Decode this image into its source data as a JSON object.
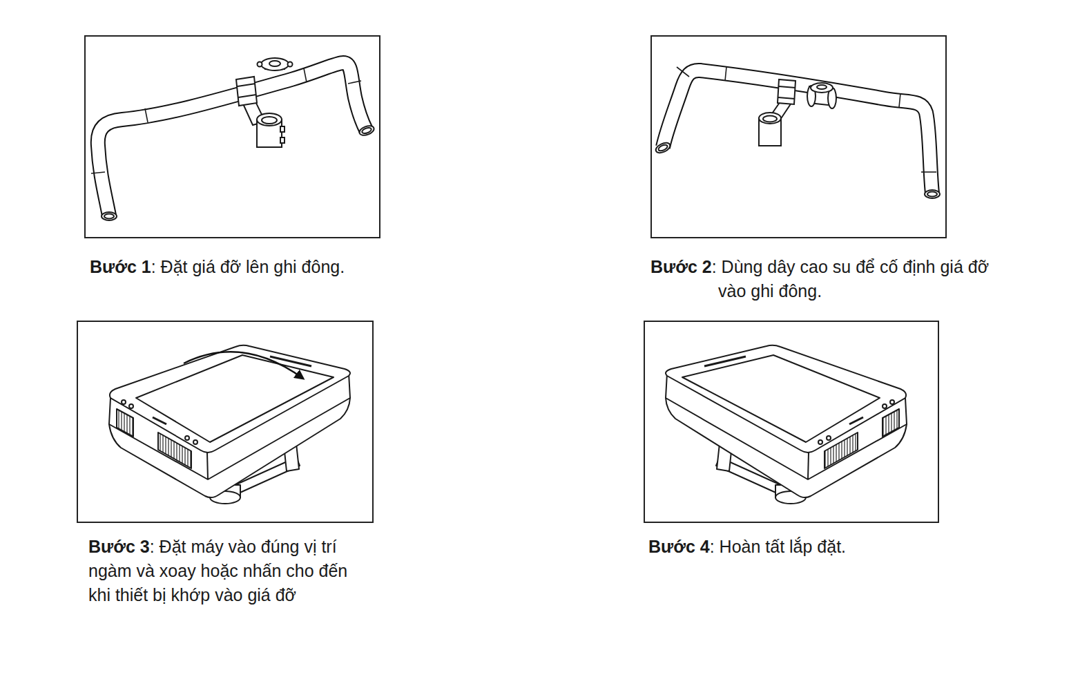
{
  "diagram": {
    "nodes": [
      {
        "text": [
          "Bước 1",
          ": Đặt giá đỡ lên ghi đông."
        ]
      },
      {
        "text": [
          "Bước 2",
          ": Dùng dây cao su để cố định giá đỡ vào ghi đông."
        ]
      },
      {
        "text": [
          "Bước 3",
          ": Đặt máy vào đúng vị trí ngàm và xoay hoặc nhấn cho đến khi thiết bị khớp vào giá đỡ"
        ]
      },
      {
        "text": [
          "Bước 4",
          ": Hoàn tất lắp đặt."
        ]
      }
    ]
  }
}
